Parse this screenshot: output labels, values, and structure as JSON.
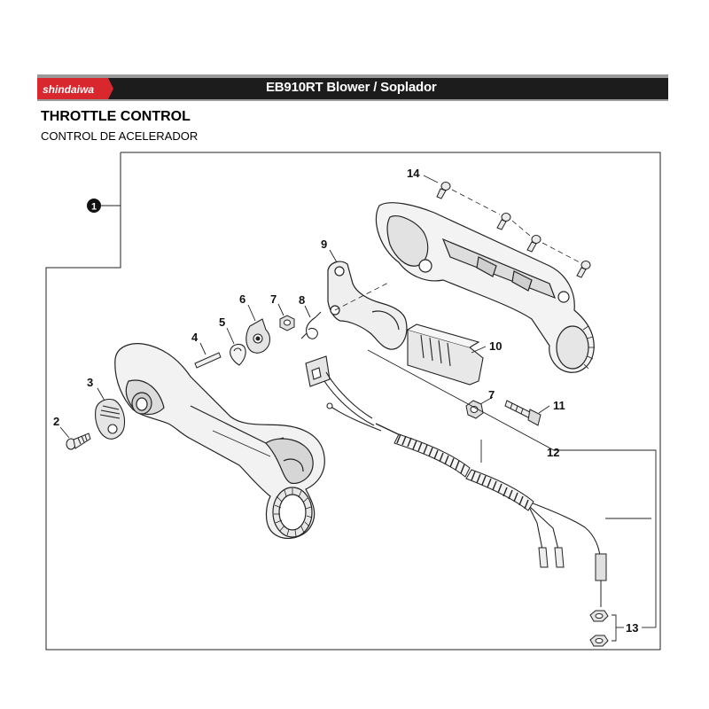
{
  "brand": {
    "logo_text": "shindaiwa",
    "accent_color": "#d8272d"
  },
  "header": {
    "title": "EB910RT Blower / Soplador"
  },
  "section": {
    "title": "THROTTLE CONTROL",
    "subtitle": "CONTROL DE ACELERADOR"
  },
  "assembly_badge": "1",
  "callouts": [
    {
      "id": "callout-2",
      "label": "2"
    },
    {
      "id": "callout-3",
      "label": "3"
    },
    {
      "id": "callout-4",
      "label": "4"
    },
    {
      "id": "callout-5",
      "label": "5"
    },
    {
      "id": "callout-6",
      "label": "6"
    },
    {
      "id": "callout-7a",
      "label": "7"
    },
    {
      "id": "callout-8",
      "label": "8"
    },
    {
      "id": "callout-9",
      "label": "9"
    },
    {
      "id": "callout-10",
      "label": "10"
    },
    {
      "id": "callout-7b",
      "label": "7"
    },
    {
      "id": "callout-11",
      "label": "11"
    },
    {
      "id": "callout-12",
      "label": "12"
    },
    {
      "id": "callout-13",
      "label": "13"
    },
    {
      "id": "callout-14",
      "label": "14"
    }
  ]
}
